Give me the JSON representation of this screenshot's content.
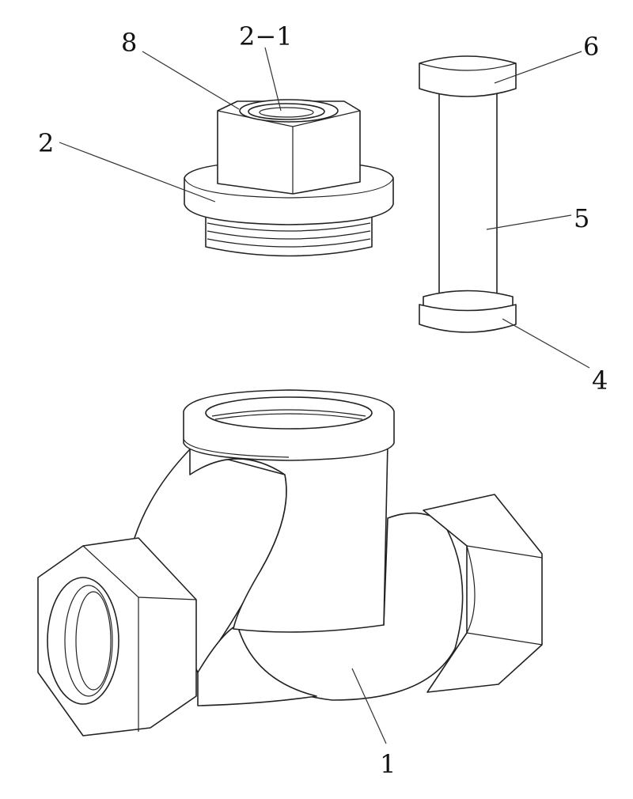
{
  "labels": {
    "part_8": "8",
    "part_2_1": "2−1",
    "part_2": "2",
    "part_6": "6",
    "part_5": "5",
    "part_4": "4",
    "part_1": "1"
  }
}
